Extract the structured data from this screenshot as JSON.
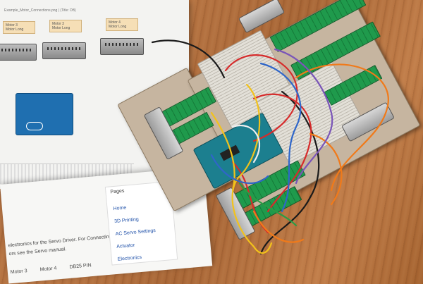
{
  "schematic": {
    "title": "Example_Motor_Connections.png | (Title: DB)",
    "motor_labels": [
      {
        "name": "Motor 3",
        "sub": "Motor Long"
      },
      {
        "name": "Motor 3",
        "sub": "Motor Long"
      },
      {
        "name": "Motor 4",
        "sub": "Motor Long"
      }
    ]
  },
  "manual_page": {
    "line1": "electronics for the Servo Driver. For Connecting",
    "line2": "ors see the Servo manual.",
    "table_headers": [
      "Motor 3",
      "Motor 4",
      "DB25 PIN"
    ],
    "pages_title": "Pages",
    "nav": [
      "Home",
      "3D Printing",
      "AC Servo Settings",
      "Actuator",
      "Electronics"
    ]
  },
  "colors": {
    "wood": "#b06e3d",
    "pcb_green": "#1f9a4c",
    "arduino_teal": "#1c7f8f",
    "wire_orange": "#f07a1a",
    "wire_red": "#d62b2b",
    "wire_yellow": "#f2c21b",
    "wire_blue": "#2f66c9",
    "wire_purple": "#7a55b8"
  }
}
